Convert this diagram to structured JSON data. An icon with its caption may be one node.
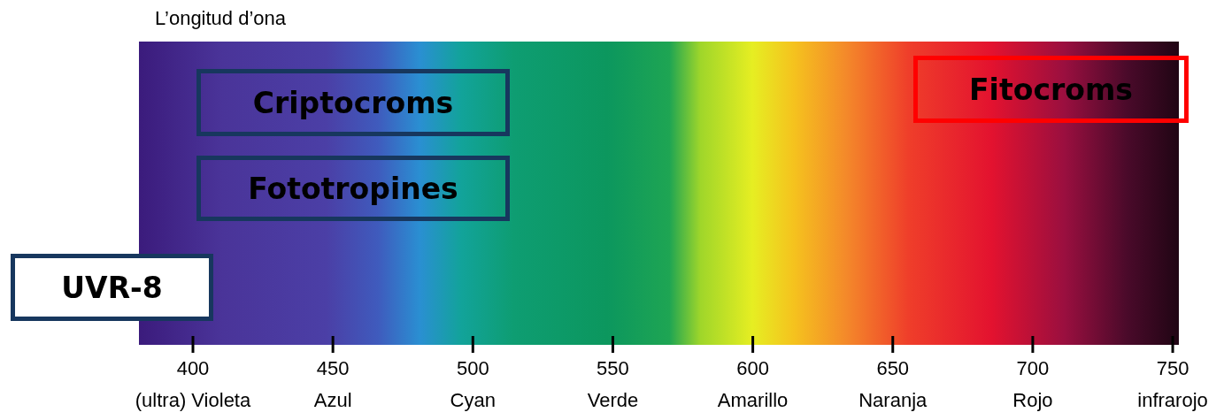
{
  "diagram": {
    "nodes": [
      {
        "text": [
          "Criptocroms"
        ]
      },
      {
        "text": [
          "Fototropines"
        ]
      },
      {
        "text": [
          "UVR-8"
        ]
      },
      {
        "text": [
          "Fitocroms"
        ]
      }
    ],
    "labels": [
      "L’ongitud d’ona",
      "400",
      "450",
      "500",
      "550",
      "600",
      "650",
      "700",
      "750",
      "(ultra) Violeta",
      "Azul",
      "Cyan",
      "Verde",
      "Amarillo",
      "Naranja",
      "Rojo",
      "infrarojo"
    ]
  }
}
